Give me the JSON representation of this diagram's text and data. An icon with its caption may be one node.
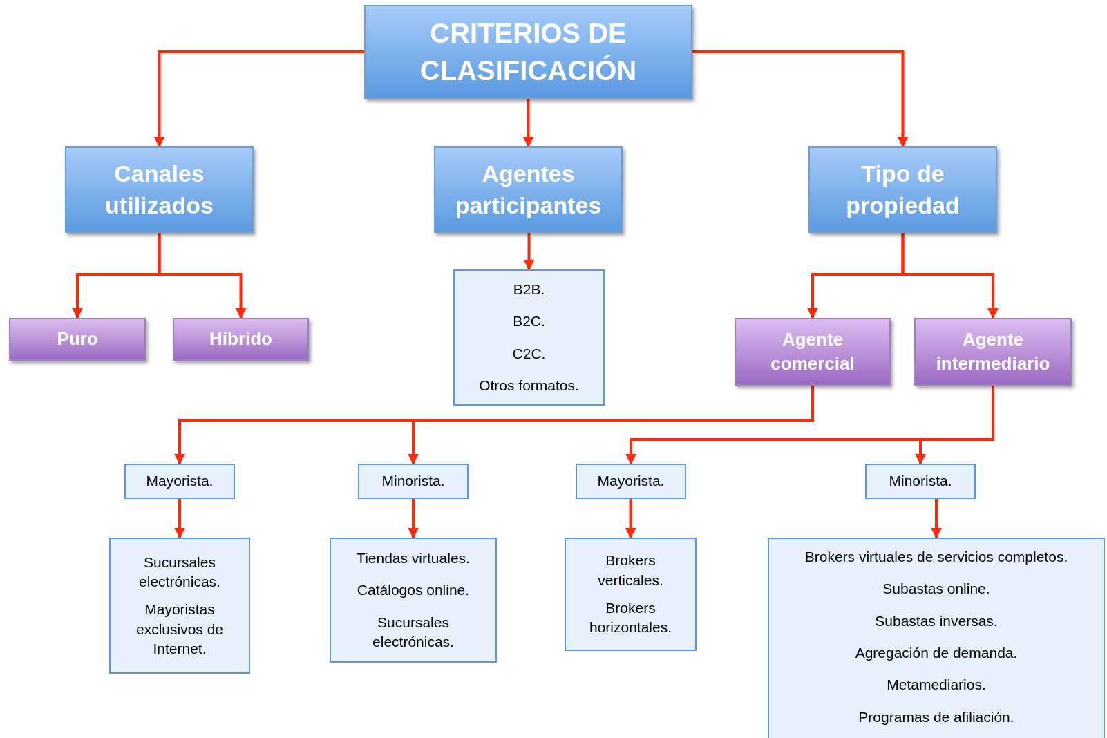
{
  "diagram": {
    "nodes": [
      {
        "text": [
          "CRITERIOS DE CLASIFICACIÓN"
        ]
      },
      {
        "text": [
          "Canales utilizados"
        ]
      },
      {
        "text": [
          "Agentes participantes"
        ]
      },
      {
        "text": [
          "Tipo de propiedad"
        ]
      },
      {
        "text": [
          "Puro"
        ]
      },
      {
        "text": [
          "Híbrido"
        ]
      },
      {
        "text": [
          "B2B.",
          "B2C.",
          "C2C.",
          "Otros formatos."
        ]
      },
      {
        "text": [
          "Agente comercial"
        ]
      },
      {
        "text": [
          "Agente intermediario"
        ]
      },
      {
        "text": [
          "Mayorista."
        ]
      },
      {
        "text": [
          "Minorista."
        ]
      },
      {
        "text": [
          "Mayorista."
        ]
      },
      {
        "text": [
          "Minorista."
        ]
      },
      {
        "text": [
          "Sucursales electrónicas.",
          "Mayoristas exclusivos de Internet."
        ]
      },
      {
        "text": [
          "Tiendas virtuales.",
          "Catálogos online.",
          "Sucursales electrónicas."
        ]
      },
      {
        "text": [
          "Brokers verticales.",
          "Brokers horizontales."
        ]
      },
      {
        "text": [
          "Brokers virtuales de servicios completos.",
          "Subastas online.",
          "Subastas inversas.",
          "Agregación de demanda.",
          "Metamediarios.",
          "Programas de afiliación."
        ]
      }
    ],
    "edges": [
      {
        "from": 0,
        "to": 1,
        "arrow": "to"
      },
      {
        "from": 0,
        "to": 2,
        "arrow": "to"
      },
      {
        "from": 0,
        "to": 3,
        "arrow": "to"
      },
      {
        "from": 1,
        "to": 4,
        "arrow": "to"
      },
      {
        "from": 1,
        "to": 5,
        "arrow": "to"
      },
      {
        "from": 2,
        "to": 6,
        "arrow": "to"
      },
      {
        "from": 3,
        "to": 7,
        "arrow": "to"
      },
      {
        "from": 3,
        "to": 8,
        "arrow": "to"
      },
      {
        "from": 7,
        "to": 9,
        "arrow": "to"
      },
      {
        "from": 7,
        "to": 10,
        "arrow": "to"
      },
      {
        "from": 8,
        "to": 11,
        "arrow": "to"
      },
      {
        "from": 8,
        "to": 12,
        "arrow": "to"
      },
      {
        "from": 9,
        "to": 13,
        "arrow": "to"
      },
      {
        "from": 10,
        "to": 14,
        "arrow": "to"
      },
      {
        "from": 11,
        "to": 15,
        "arrow": "to"
      },
      {
        "from": 12,
        "to": 16,
        "arrow": "to"
      }
    ]
  }
}
